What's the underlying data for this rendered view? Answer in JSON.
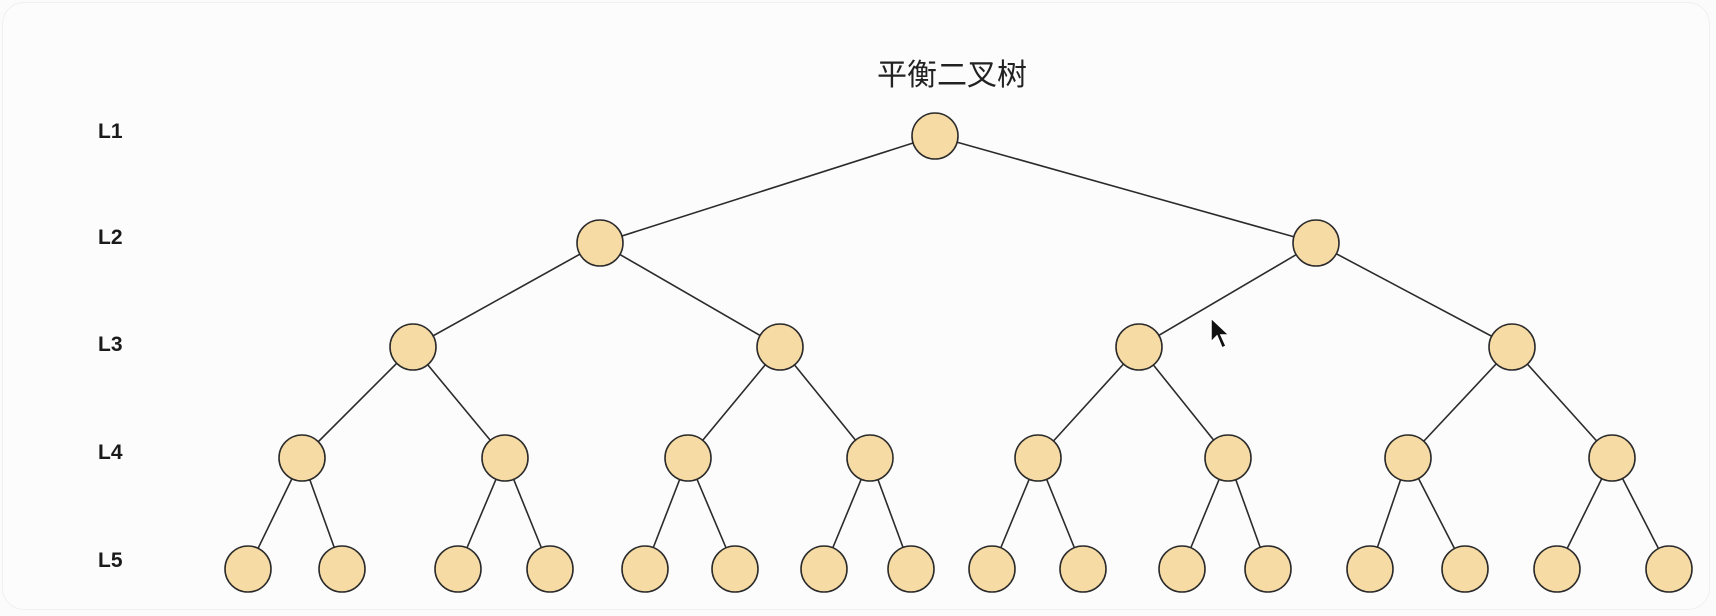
{
  "title": "平衡二叉树",
  "levels": [
    "L1",
    "L2",
    "L3",
    "L4",
    "L5"
  ],
  "colors": {
    "node_fill": "#f6dba5",
    "node_stroke": "#2b2b2b",
    "edge": "#2b2b2b"
  },
  "cursor_icon": "mouse-pointer-icon"
}
